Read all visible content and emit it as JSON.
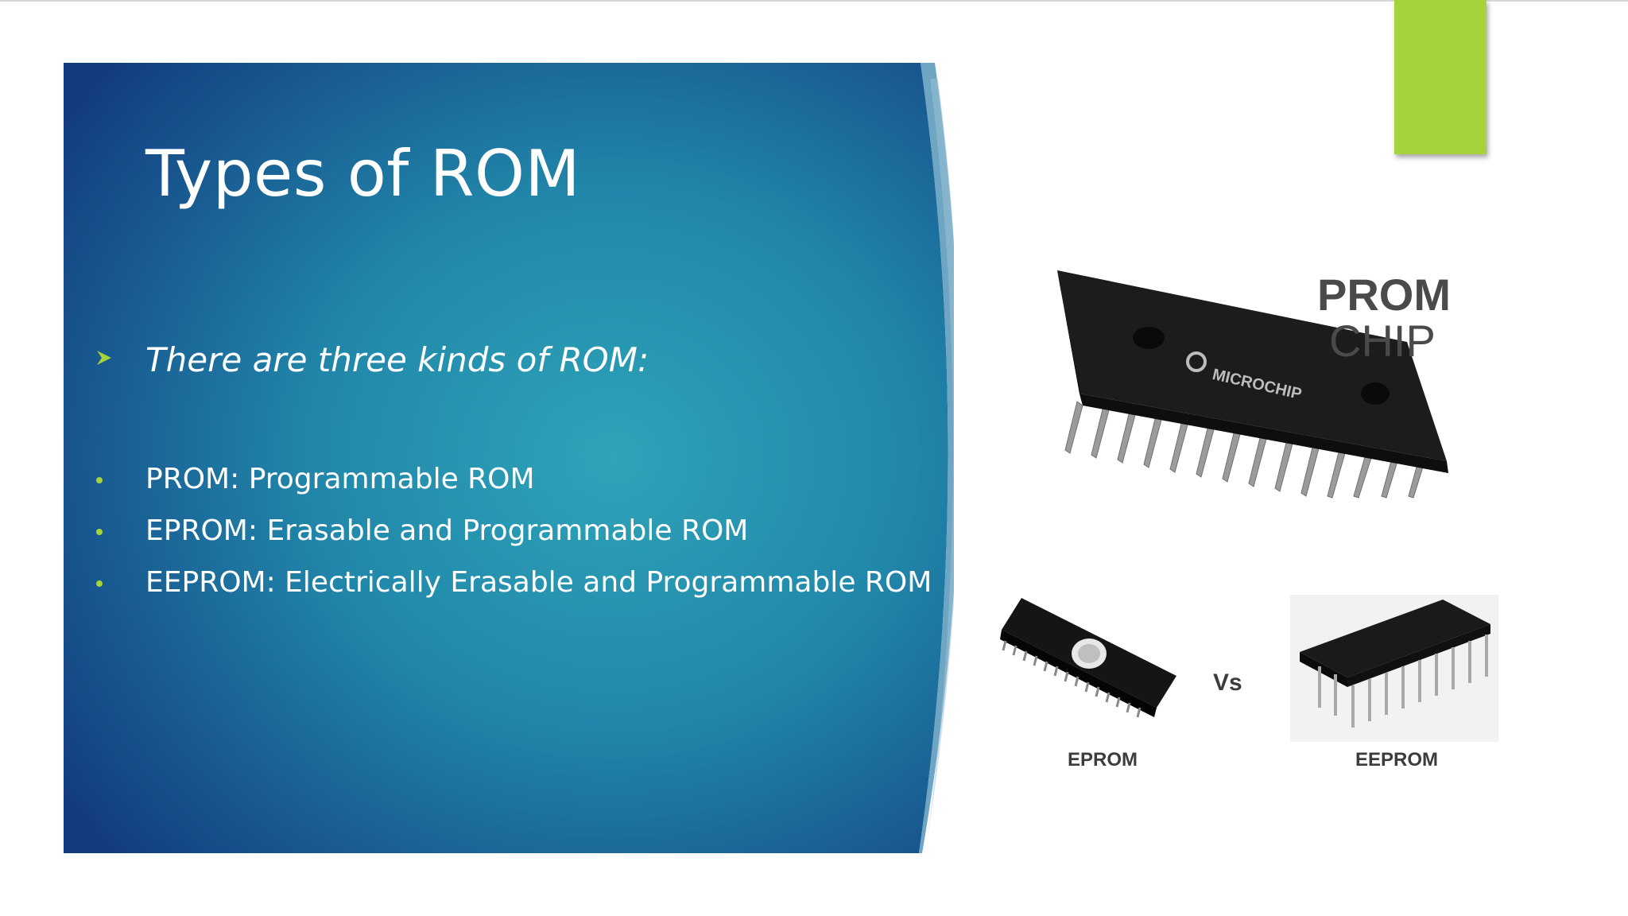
{
  "colors": {
    "accent": "#a6d33a",
    "panel_top": "#12397e",
    "panel_mid": "#2a9ab4",
    "text": "#ffffff"
  },
  "slide": {
    "title": "Types of ROM",
    "lead": {
      "icon": "arrow-bullet-icon",
      "text": "There are three kinds of ROM:"
    },
    "bullets": [
      {
        "icon": "dot-bullet-icon",
        "text": "PROM: Programmable ROM"
      },
      {
        "icon": "dot-bullet-icon",
        "text": "EPROM: Erasable and Programmable ROM"
      },
      {
        "icon": "dot-bullet-icon",
        "text": "EEPROM: Electrically Erasable and Programmable ROM"
      }
    ]
  },
  "images": {
    "prom": {
      "caption_line1": "PROM",
      "caption_line2": "CHIP",
      "chip_brand": "MICROCHIP"
    },
    "comparison": {
      "left_label": "EPROM",
      "versus": "Vs",
      "right_label": "EEPROM"
    }
  }
}
